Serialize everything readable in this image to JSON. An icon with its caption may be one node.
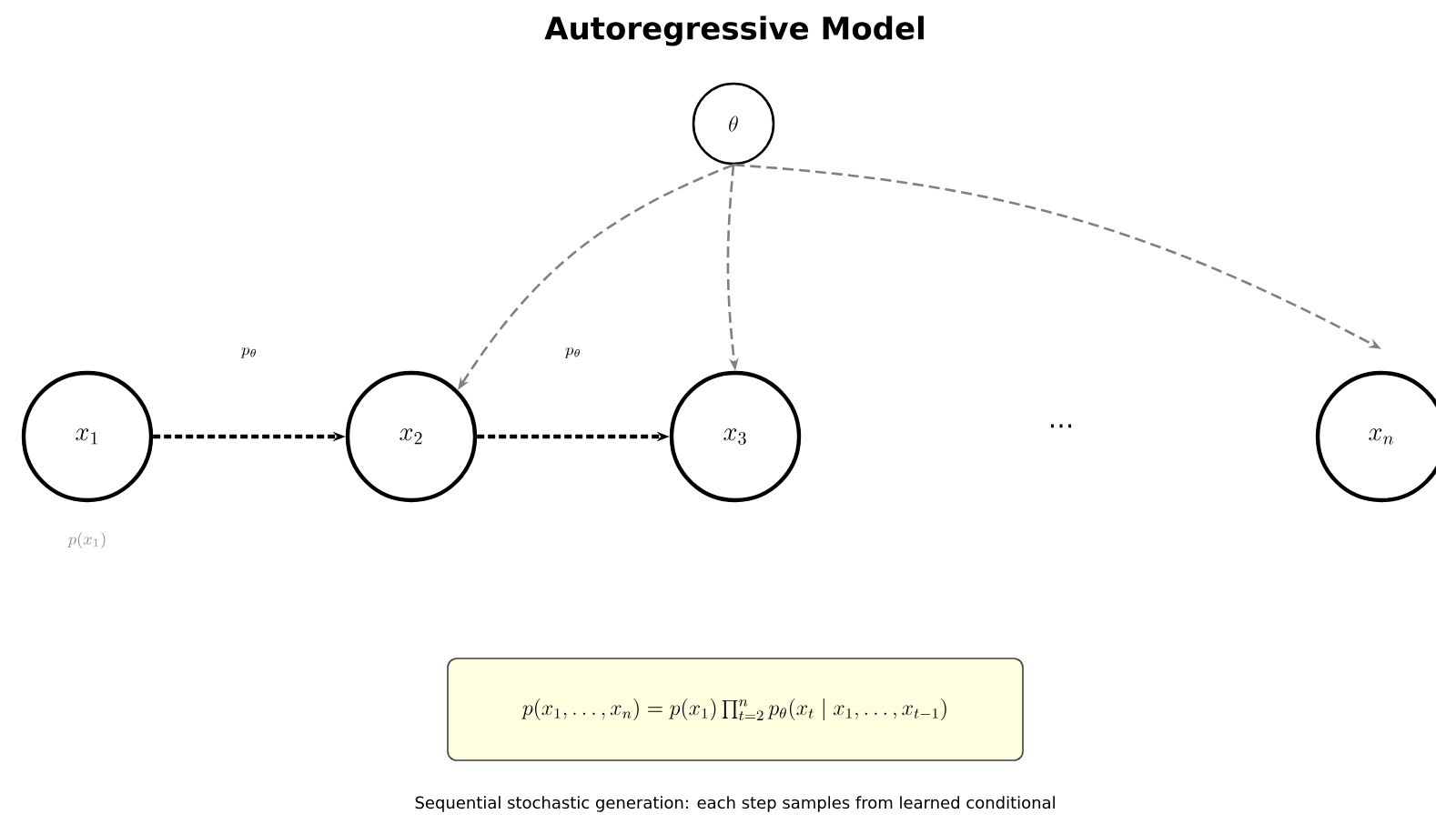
{
  "diagram": {
    "title": "Autoregressive Model",
    "caption": "Sequential stochastic generation: each step samples from learned conditional",
    "nodes": [
      {
        "text": [
          "\\theta"
        ]
      },
      {
        "text": [
          "x_1"
        ],
        "beside": [
          "p(x_1)"
        ]
      },
      {
        "text": [
          "x_2"
        ]
      },
      {
        "text": [
          "x_3"
        ]
      },
      {
        "text": [
          "x_n"
        ]
      },
      {
        "text": [
          "p(x_1, \\ldots, x_n) = p(x_1) \\prod_{t=2}^{n} p_\\theta(x_t \\mid x_1, \\ldots, x_{t-1})"
        ]
      }
    ],
    "edges": [
      {
        "from": 1,
        "to": 2,
        "arrow": "to",
        "label": "p_\\theta",
        "style": "dashed",
        "color": "#000000"
      },
      {
        "from": 2,
        "to": 3,
        "arrow": "to",
        "label": "p_\\theta",
        "style": "dashed",
        "color": "#000000"
      },
      {
        "from": 0,
        "to": 2,
        "arrow": "to",
        "style": "dashed",
        "color": "#808080"
      },
      {
        "from": 0,
        "to": 3,
        "arrow": "to",
        "style": "dashed",
        "color": "#808080"
      },
      {
        "from": 0,
        "to": 4,
        "arrow": "to",
        "style": "dashed",
        "color": "#808080"
      }
    ],
    "labels": [
      "⋯"
    ]
  }
}
